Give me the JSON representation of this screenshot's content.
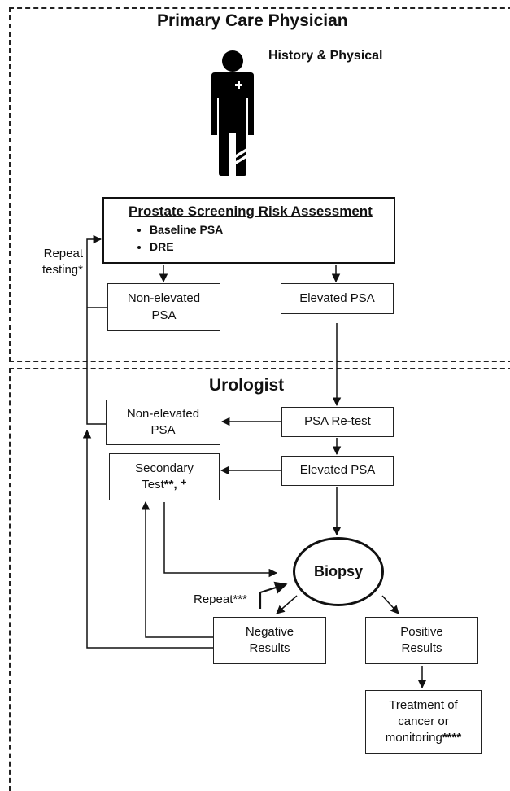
{
  "regions": {
    "pcp_title": "Primary Care Physician",
    "uro_title": "Urologist"
  },
  "icon_label": "History & Physical",
  "risk_assessment": {
    "title": "Prostate Screening Risk Assessment",
    "items": [
      "Baseline PSA",
      "DRE"
    ]
  },
  "labels": {
    "repeat_testing": "Repeat\ntesting*",
    "repeat": "Repeat***"
  },
  "nodes": {
    "non_elevated_1": "Non-elevated\nPSA",
    "elevated_1": "Elevated PSA",
    "non_elevated_2": "Non-elevated\nPSA",
    "psa_retest": "PSA Re-test",
    "secondary_test_text": "Secondary\nTest",
    "secondary_test_marks": "**, ⁺",
    "elevated_2": "Elevated PSA",
    "biopsy": "Biopsy",
    "negative": "Negative\nResults",
    "positive": "Positive\nResults",
    "treatment_text": "Treatment of\ncancer or\nmonitoring",
    "treatment_marks": "****"
  }
}
